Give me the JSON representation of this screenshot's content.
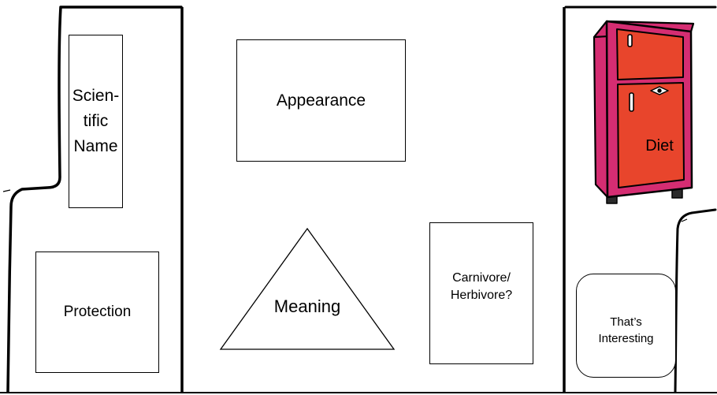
{
  "frame": {
    "line_color": "#000000",
    "background": "#ffffff"
  },
  "sections": {
    "scientific_name": {
      "label": "Scien-\ntific\nName"
    },
    "appearance": {
      "label": "Appearance"
    },
    "protection": {
      "label": "Protection"
    },
    "meaning": {
      "label": "Meaning"
    },
    "carnivore_herbivore": {
      "label": "Carnivore/\nHerbivore?"
    },
    "diet": {
      "label": "Diet",
      "fridge_icon": "refrigerator-icon",
      "colors": {
        "body": "#d52d72",
        "doors": "#e8452c",
        "outline": "#000000",
        "feet": "#2a2a2a"
      }
    },
    "thats_interesting": {
      "label": "That’s\nInteresting"
    }
  }
}
